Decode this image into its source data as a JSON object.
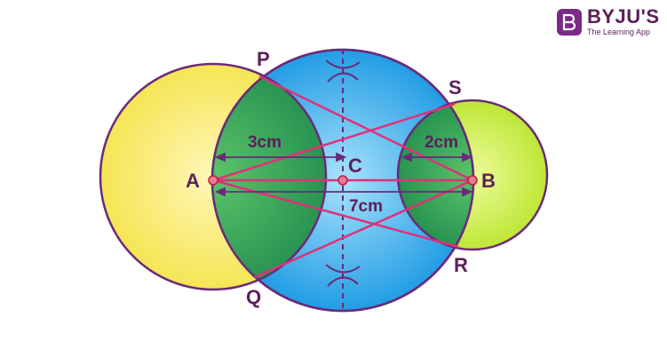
{
  "brand": {
    "name": "BYJU'S",
    "tagline": "The Learning App",
    "badge_letter": "B",
    "color": "#7b2a87"
  },
  "points": {
    "P": "P",
    "Q": "Q",
    "S": "S",
    "R": "R",
    "A": "A",
    "B": "B",
    "C": "C"
  },
  "dimensions": {
    "radius_a": "3cm",
    "radius_b": "2cm",
    "ab_length": "7cm"
  },
  "colors": {
    "circle_a_fill": "#f7ea5a",
    "circle_b_fill": "#c6ea3a",
    "circle_c_fill": "#3aa8ec",
    "lens_fill": "#2f9e58",
    "outline": "#6a2a7a",
    "tangent_lines": "#e0307a",
    "points": "#f07a8a"
  }
}
